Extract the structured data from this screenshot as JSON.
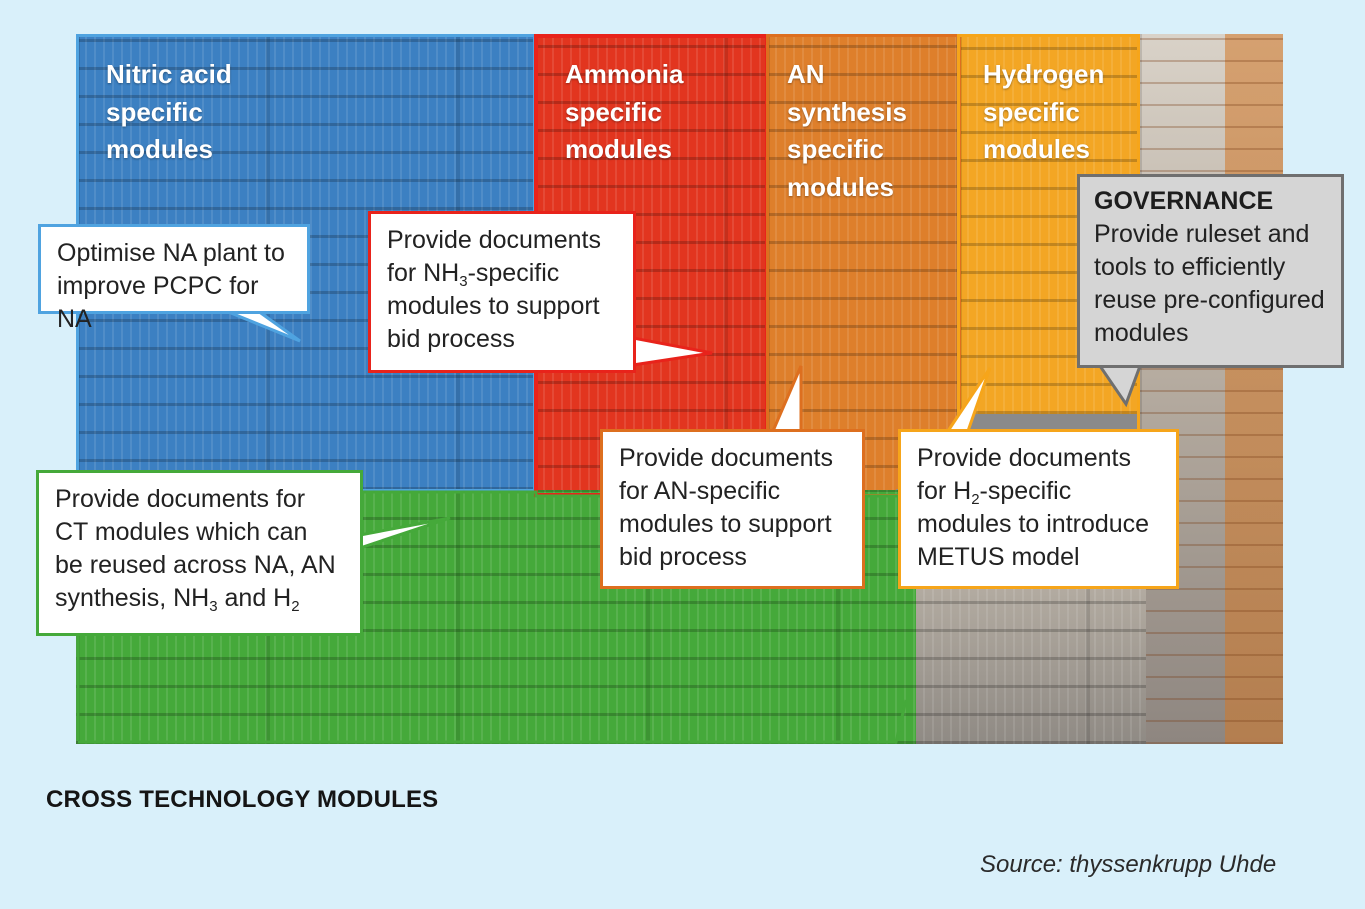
{
  "zones": {
    "nitric_acid": "Nitric acid specific modules",
    "ammonia": "Ammonia specific modules",
    "an_synthesis": "AN synthesis specific modules",
    "hydrogen": "Hydrogen specific modules"
  },
  "zone_lines": {
    "nitric_acid": [
      "Nitric acid",
      "specific",
      "modules"
    ],
    "ammonia": [
      "Ammonia",
      "specific",
      "modules"
    ],
    "an_synthesis": [
      "AN",
      "synthesis",
      "specific",
      "modules"
    ],
    "hydrogen": [
      "Hydrogen",
      "specific",
      "modules"
    ]
  },
  "callouts": {
    "nitric_acid": {
      "lines": [
        "Optimise NA plant to",
        "improve PCPC for NA"
      ]
    },
    "ammonia": {
      "l1": "Provide documents",
      "l2_pre": "for NH",
      "l2_sub": "3",
      "l2_post": "-specific",
      "l3": "modules to support",
      "l4": "bid process"
    },
    "an_synthesis": {
      "lines": [
        "Provide documents",
        "for AN-specific",
        "modules to support",
        "bid process"
      ]
    },
    "hydrogen": {
      "l1": "Provide documents",
      "l2_pre": "for H",
      "l2_sub": "2",
      "l2_post": "-specific",
      "l3": "modules to introduce",
      "l4": "METUS model"
    },
    "cross_technology": {
      "l1": "Provide documents for",
      "l2": "CT modules which can",
      "l3": "be reused across NA, AN",
      "l4_pre": "synthesis, NH",
      "l4_sub1": "3",
      "l4_mid": " and H",
      "l4_sub2": "2"
    },
    "governance": {
      "title": "GOVERNANCE",
      "lines": [
        "Provide ruleset and",
        "tools to efficiently",
        "reuse pre-configured",
        "modules"
      ]
    }
  },
  "caption": "CROSS TECHNOLOGY MODULES",
  "source": "Source: thyssenkrupp Uhde",
  "colors": {
    "background": "#d9f0fa",
    "nitric_acid": "#4fa3e0",
    "ammonia": "#e8231b",
    "an_synthesis": "#dd6f1f",
    "hydrogen": "#f6a51a",
    "cross_technology": "#45a93a",
    "governance": "#6f6f6f"
  }
}
